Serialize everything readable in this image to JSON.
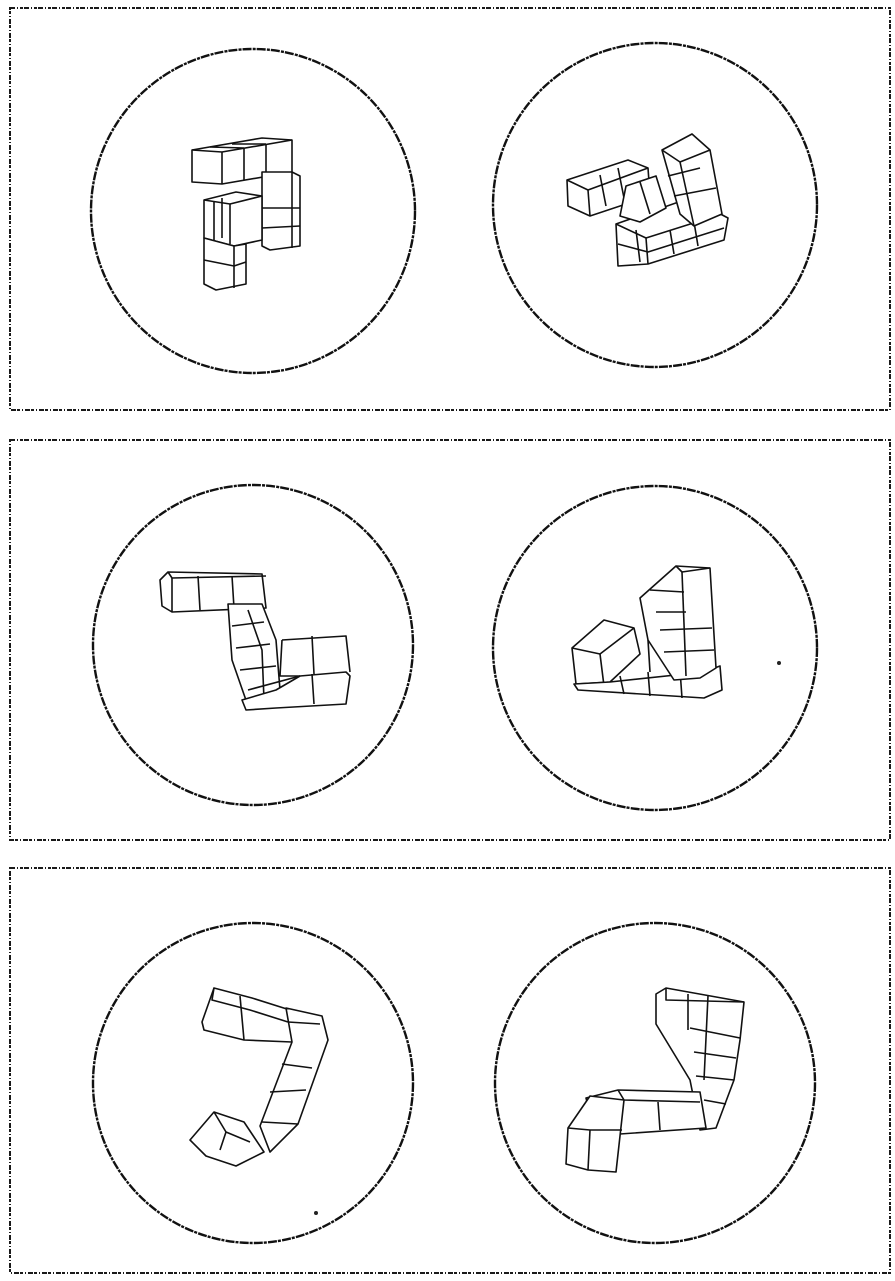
{
  "figure": {
    "pairs": [
      {
        "id": "pair-1",
        "stimuli": [
          {
            "shape": "cube-figure"
          },
          {
            "shape": "cube-figure"
          }
        ]
      },
      {
        "id": "pair-2",
        "stimuli": [
          {
            "shape": "cube-figure"
          },
          {
            "shape": "cube-figure"
          }
        ]
      },
      {
        "id": "pair-3",
        "stimuli": [
          {
            "shape": "cube-figure"
          },
          {
            "shape": "cube-figure"
          }
        ]
      }
    ],
    "colors": {
      "line": "#111111",
      "background": "#ffffff"
    }
  }
}
